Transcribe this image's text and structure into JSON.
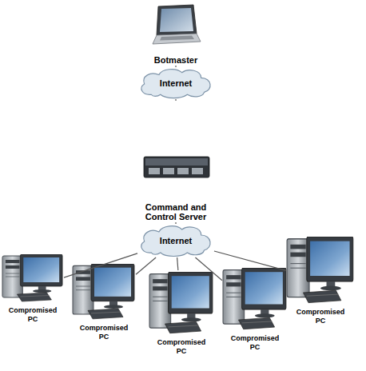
{
  "diagram": {
    "nodes": [
      {
        "text": [
          "Botmaster"
        ]
      },
      {
        "text": [
          "Internet"
        ]
      },
      {
        "text": [
          "Command and Control Server"
        ]
      },
      {
        "text": [
          "Internet"
        ]
      },
      {
        "text": [
          "Compromised PC"
        ]
      },
      {
        "text": [
          "Compromised PC"
        ]
      },
      {
        "text": [
          "Compromised PC"
        ]
      },
      {
        "text": [
          "Compromised PC"
        ]
      },
      {
        "text": [
          "Compromised PC"
        ]
      }
    ],
    "edges": [
      {
        "from": 0,
        "to": 1,
        "arrow": "none"
      },
      {
        "from": 1,
        "to": 2,
        "arrow": "none"
      },
      {
        "from": 2,
        "to": 3,
        "arrow": "none"
      },
      {
        "from": 3,
        "to": 4,
        "arrow": "none"
      },
      {
        "from": 3,
        "to": 5,
        "arrow": "none"
      },
      {
        "from": 3,
        "to": 6,
        "arrow": "none"
      },
      {
        "from": 3,
        "to": 7,
        "arrow": "none"
      },
      {
        "from": 3,
        "to": 8,
        "arrow": "none"
      }
    ]
  }
}
